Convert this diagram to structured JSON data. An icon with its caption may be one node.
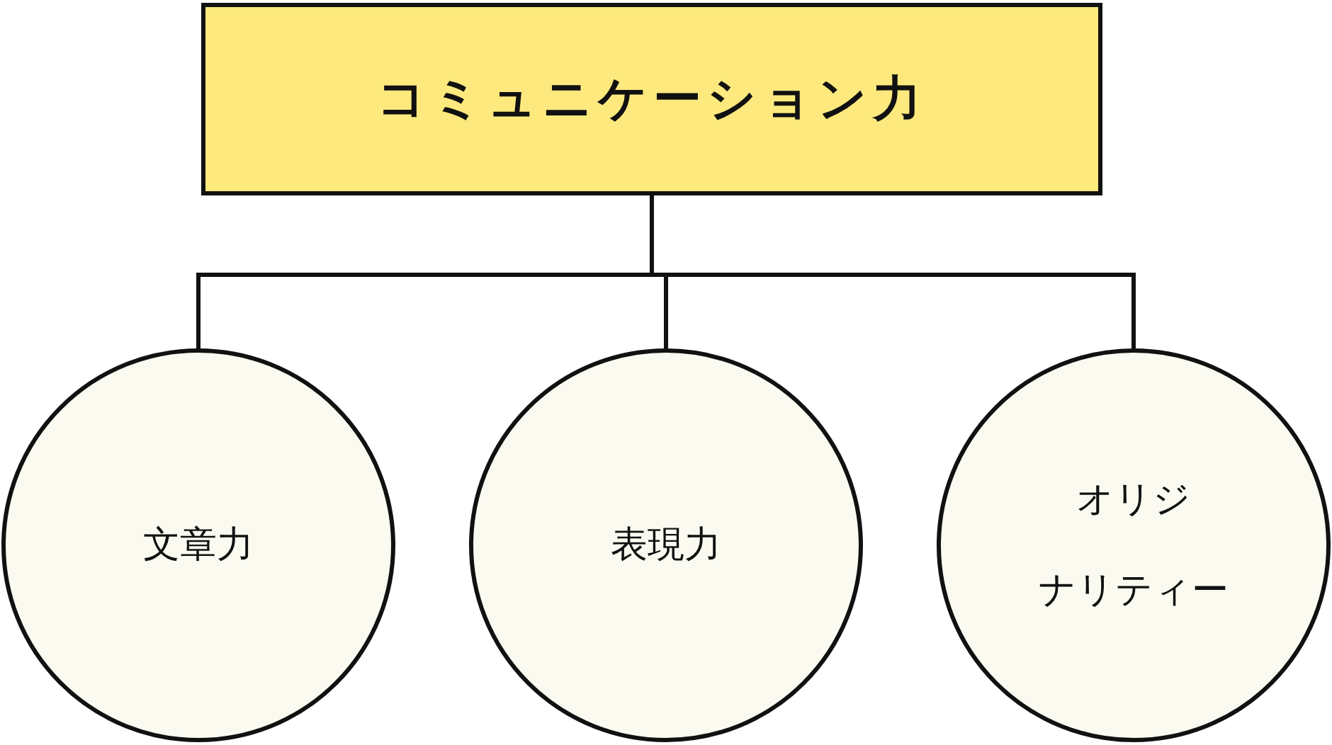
{
  "diagram": {
    "nodes": [
      {
        "text": [
          "コミュニケーション力"
        ]
      },
      {
        "text": [
          "文章力"
        ]
      },
      {
        "text": [
          "表現力"
        ]
      },
      {
        "text": [
          "オリジナリティー"
        ]
      }
    ],
    "edges": [
      {
        "from": 0,
        "to": 1,
        "arrow": "none"
      },
      {
        "from": 0,
        "to": 2,
        "arrow": "none"
      },
      {
        "from": 0,
        "to": 3,
        "arrow": "none"
      }
    ]
  }
}
